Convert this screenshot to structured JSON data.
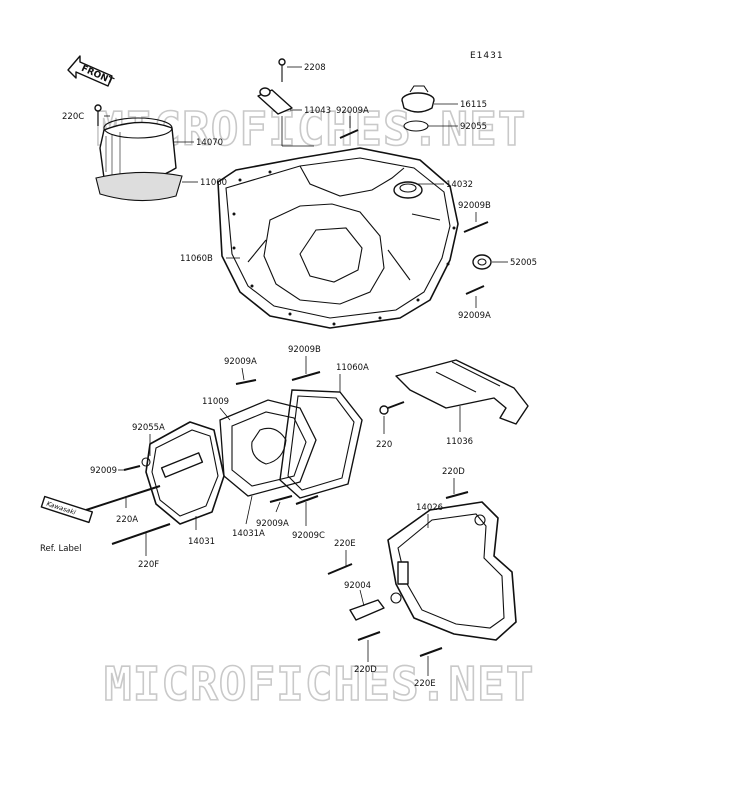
{
  "figure_code": "E1431",
  "watermark": "MICROFICHES.NET",
  "front_label": "FRONT",
  "callouts": {
    "c2208": "2208",
    "c220C": "220C",
    "c11043": "11043",
    "c92009A_top": "92009A",
    "c16115": "16115",
    "c92055": "92055",
    "c14070": "14070",
    "c11060": "11060",
    "c14032": "14032",
    "c92009B_r": "92009B",
    "c11060B": "11060B",
    "c52005": "52005",
    "c92009A_r": "92009A",
    "c92009A_m": "92009A",
    "c92009B_m": "92009B",
    "c11060A": "11060A",
    "c11009": "11009",
    "c220": "220",
    "c11036": "11036",
    "c92055A": "92055A",
    "c92009": "92009",
    "c220A": "220A",
    "c14031": "14031",
    "c14031A": "14031A",
    "c92009A_b": "92009A",
    "c92009C": "92009C",
    "c220F": "220F",
    "c220D_t": "220D",
    "c14026": "14026",
    "c220E_l": "220E",
    "c92004": "92004",
    "c220D_b": "220D",
    "c220E_r": "220E",
    "ref_label": "Ref. Label",
    "emblem": "Kawasaki"
  }
}
